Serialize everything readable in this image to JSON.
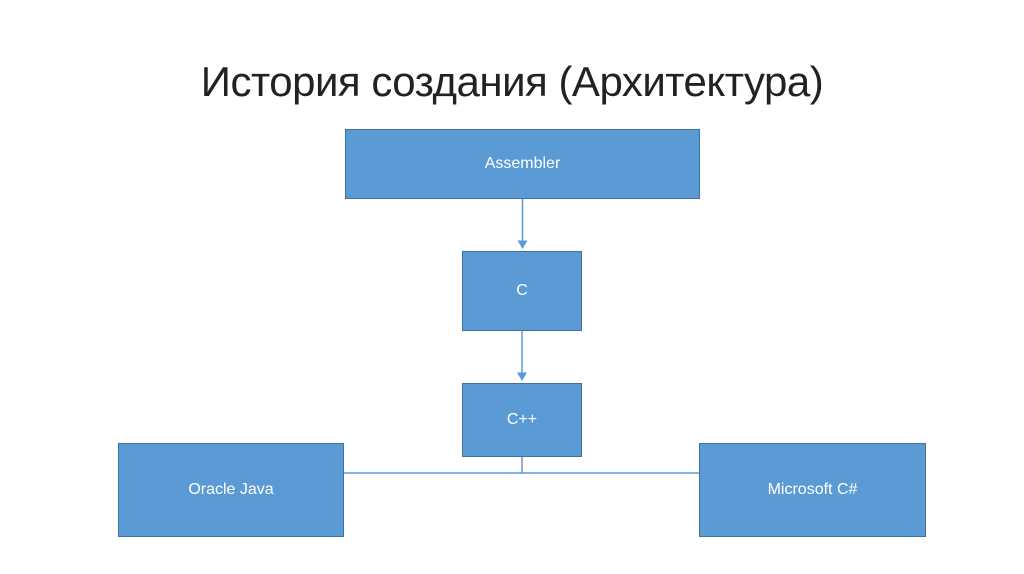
{
  "slide": {
    "title": "История создания (Архитектура)",
    "background": "#FFFFFF"
  },
  "diagram": {
    "nodes": [
      {
        "id": "assembler",
        "label": "Assembler"
      },
      {
        "id": "c",
        "label": "C"
      },
      {
        "id": "cpp",
        "label": "C++"
      },
      {
        "id": "oracle-java",
        "label": "Oracle Java"
      },
      {
        "id": "microsoft-csharp",
        "label": "Microsoft C#"
      }
    ],
    "edges": [
      {
        "from": "Assembler",
        "to": "C",
        "style": "arrow-down"
      },
      {
        "from": "C",
        "to": "C++",
        "style": "arrow-down"
      },
      {
        "from": "C++",
        "to": "Oracle Java",
        "style": "elbow-line"
      },
      {
        "from": "C++",
        "to": "Microsoft C#",
        "style": "elbow-line"
      }
    ]
  },
  "colors": {
    "node_fill": "#5B9BD5",
    "node_border": "#41719C",
    "connector": "#5B9BD5",
    "node_text": "#FFFFFF",
    "title_text": "#222222"
  }
}
